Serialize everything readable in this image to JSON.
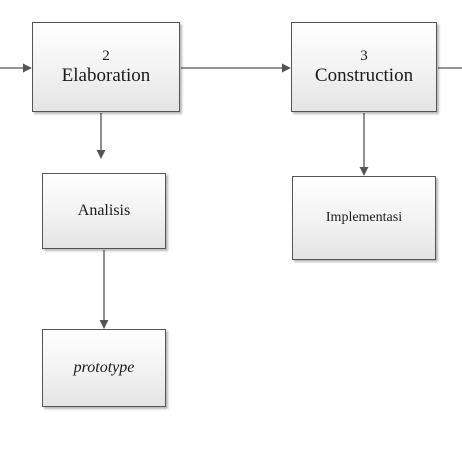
{
  "diagram": {
    "phases": [
      {
        "number": "2",
        "title": "Elaboration"
      },
      {
        "number": "3",
        "title": "Construction"
      }
    ],
    "activities": {
      "analisis": "Analisis",
      "implementasi": "Implementasi",
      "prototype": "prototype"
    },
    "colors": {
      "line": "#555555",
      "box_border": "#555555",
      "box_fill_top": "#ffffff",
      "box_fill_bottom": "#e4e4e4",
      "text": "#1a1a1a"
    }
  }
}
